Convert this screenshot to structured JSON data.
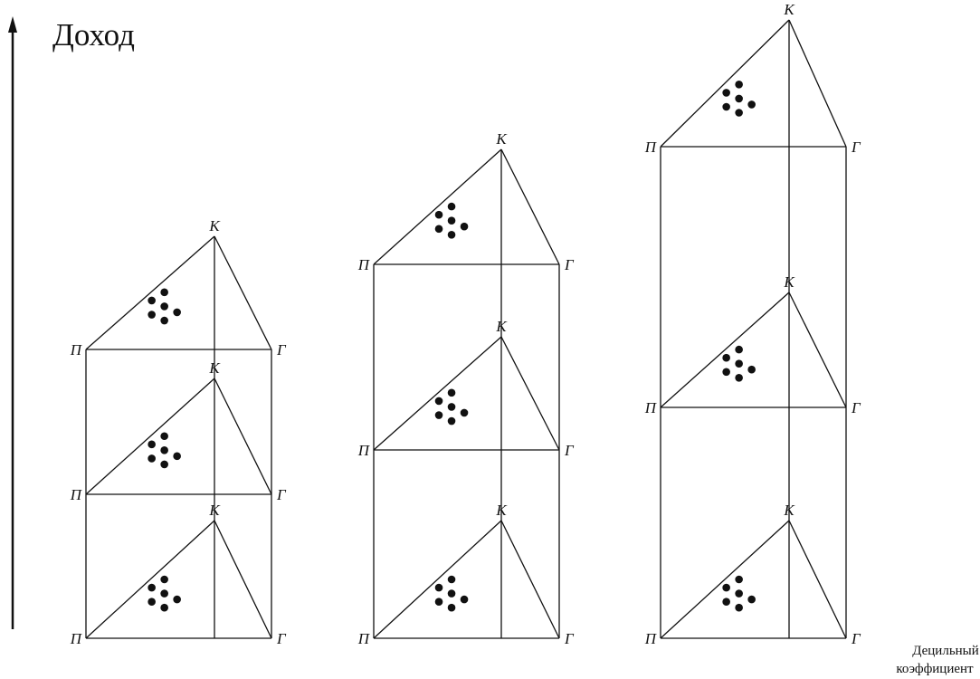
{
  "diagram": {
    "y_axis_label": "Доход",
    "x_axis_label_line1": "Децильный",
    "x_axis_label_line2": "коэффициент",
    "vertex_labels": {
      "top": "К",
      "left": "П",
      "right": "Г"
    },
    "columns": [
      {
        "id": "column-1",
        "levels": 3
      },
      {
        "id": "column-2",
        "levels": 3
      },
      {
        "id": "column-3",
        "levels": 3
      }
    ],
    "dots_per_triangle": 6
  }
}
